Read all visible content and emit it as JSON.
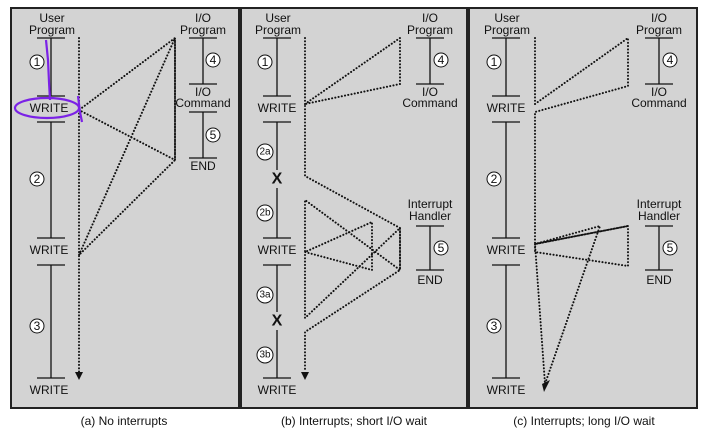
{
  "panel_a": {
    "user_program": [
      "User",
      "Program"
    ],
    "io_program": [
      "I/O",
      "Program"
    ],
    "io_command": [
      "I/O",
      "Command"
    ],
    "end": "END",
    "writes": [
      "WRITE",
      "WRITE",
      "WRITE"
    ],
    "segments": [
      "1",
      "2",
      "3",
      "4",
      "5"
    ],
    "caption": "(a) No interrupts"
  },
  "panel_b": {
    "user_program": [
      "User",
      "Program"
    ],
    "io_program": [
      "I/O",
      "Program"
    ],
    "io_command": [
      "I/O",
      "Command"
    ],
    "interrupt_handler": [
      "Interrupt",
      "Handler"
    ],
    "end": "END",
    "writes": [
      "WRITE",
      "WRITE",
      "WRITE"
    ],
    "segments": [
      "1",
      "2a",
      "2b",
      "3a",
      "3b",
      "4",
      "5"
    ],
    "interrupt_mark": "X",
    "caption": "(b) Interrupts; short I/O wait"
  },
  "panel_c": {
    "user_program": [
      "User",
      "Program"
    ],
    "io_program": [
      "I/O",
      "Program"
    ],
    "io_command": [
      "I/O",
      "Command"
    ],
    "interrupt_handler": [
      "Interrupt",
      "Handler"
    ],
    "end": "END",
    "writes": [
      "WRITE",
      "WRITE",
      "WRITE"
    ],
    "segments": [
      "1",
      "2",
      "3",
      "4",
      "5"
    ],
    "caption": "(c) Interrupts; long I/O wait"
  },
  "annotation_color": "#7b22e6"
}
